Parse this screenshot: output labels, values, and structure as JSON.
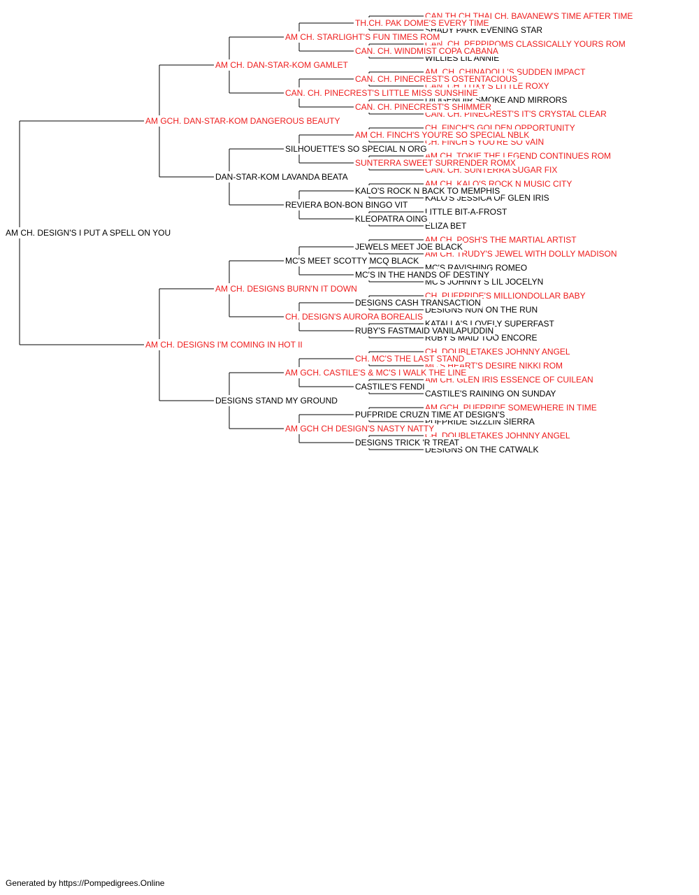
{
  "colors": {
    "titled": "#ee1c1c",
    "untitled": "#000000",
    "connector": "#000000"
  },
  "pedigree": {
    "name": "AM CH. DESIGN'S I PUT A SPELL ON YOU",
    "titled": false,
    "sire": {
      "name": "AM GCH. DAN-STAR-KOM DANGEROUS BEAUTY",
      "titled": true,
      "sire": {
        "name": "AM CH. DAN-STAR-KOM GAMLET",
        "titled": true,
        "sire": {
          "name": "AM CH. STARLIGHT'S FUN TIMES ROM",
          "titled": true,
          "sire": {
            "name": "TH.CH. PAK DOME'S EVERY TIME",
            "titled": true,
            "sire": {
              "name": "CAN.TH.CH.THAI CH. BAVANEW'S TIME AFTER TIME",
              "titled": true
            },
            "dam": {
              "name": "SHADY PARK EVENING STAR",
              "titled": false
            }
          },
          "dam": {
            "name": "CAN. CH. WINDMIST COPA CABANA",
            "titled": true,
            "sire": {
              "name": "CAN. CH. PEPPIPOMS CLASSICALLY YOURS ROM",
              "titled": true
            },
            "dam": {
              "name": "WILLIES LIL ANNIE",
              "titled": false
            }
          }
        },
        "dam": {
          "name": "CAN. CH. PINECREST'S LITTLE MISS SUNSHINE",
          "titled": true,
          "sire": {
            "name": "CAN. CH. PINECREST'S OSTENTACIOUS",
            "titled": true,
            "sire": {
              "name": "AM. CH. CHINADOLL'S SUDDEN IMPACT",
              "titled": true
            },
            "dam": {
              "name": "CAN. CH. LUXY'S LITTLE ROXY",
              "titled": true
            }
          },
          "dam": {
            "name": "CAN. CH. PINECREST'S SHIMMER",
            "titled": true,
            "sire": {
              "name": "DIOGENOIR SMOKE AND MIRRORS",
              "titled": false
            },
            "dam": {
              "name": "CAN. CH. PINECREST'S IT'S CRYSTAL CLEAR",
              "titled": true
            }
          }
        }
      },
      "dam": {
        "name": "DAN-STAR-KOM LAVANDA BEATA",
        "titled": false,
        "sire": {
          "name": "SILHOUETTE'S SO SPECIAL N ORG",
          "titled": false,
          "sire": {
            "name": "AM CH. FINCH'S YOU'RE SO SPECIAL NBLK",
            "titled": true,
            "sire": {
              "name": "CH. FINCH'S GOLDEN OPPORTUNITY",
              "titled": true
            },
            "dam": {
              "name": "CH. FINCH'S YOU'RE SO VAIN",
              "titled": true
            }
          },
          "dam": {
            "name": "SUNTERRA SWEET SURRENDER ROMX",
            "titled": true,
            "sire": {
              "name": "AM CH. TOKIE THE LEGEND CONTINUES ROM",
              "titled": true
            },
            "dam": {
              "name": "CAN. CH. SUNTERRA SUGAR FIX",
              "titled": true
            }
          }
        },
        "dam": {
          "name": "REVIERA BON-BON BINGO VIT",
          "titled": false,
          "sire": {
            "name": "KALO'S ROCK N BACK TO MEMPHIS",
            "titled": false,
            "sire": {
              "name": "AM CH. KALO'S ROCK N MUSIC CITY",
              "titled": true
            },
            "dam": {
              "name": "KALO'S JESSICA OF GLEN IRIS",
              "titled": false
            }
          },
          "dam": {
            "name": "KLEOPATRA OING",
            "titled": false,
            "sire": {
              "name": "LITTLE BIT-A-FROST",
              "titled": false
            },
            "dam": {
              "name": "ELIZA BET",
              "titled": false
            }
          }
        }
      }
    },
    "dam": {
      "name": "AM CH. DESIGNS I'M COMING IN HOT II",
      "titled": true,
      "sire": {
        "name": "AM CH. DESIGNS BURN'N IT DOWN",
        "titled": true,
        "sire": {
          "name": "MC'S MEET SCOTTY MCQ BLACK",
          "titled": false,
          "sire": {
            "name": "JEWELS MEET JOE BLACK",
            "titled": false,
            "sire": {
              "name": "AM CH. POSH'S THE MARTIAL ARTIST",
              "titled": true
            },
            "dam": {
              "name": "AM CH. TRUDY'S JEWEL WITH DOLLY MADISON",
              "titled": true
            }
          },
          "dam": {
            "name": "MC'S IN THE HANDS OF DESTINY",
            "titled": false,
            "sire": {
              "name": "MC'S RAVISHING ROMEO",
              "titled": false
            },
            "dam": {
              "name": "MC'S JOHNNY'S LIL JOCELYN",
              "titled": false
            }
          }
        },
        "dam": {
          "name": "CH. DESIGN'S AURORA BOREALIS",
          "titled": true,
          "sire": {
            "name": "DESIGNS CASH TRANSACTION",
            "titled": false,
            "sire": {
              "name": "CH. PUFPRIDE'S MILLIONDOLLAR BABY",
              "titled": true
            },
            "dam": {
              "name": "DESIGNS NUN ON THE RUN",
              "titled": false
            }
          },
          "dam": {
            "name": "RUBY'S FASTMAID VANILAPUDDIN",
            "titled": false,
            "sire": {
              "name": "KATALLA'S LOVELY SUPERFAST",
              "titled": false
            },
            "dam": {
              "name": "RUBY'S MAID TOO ENCORE",
              "titled": false
            }
          }
        }
      },
      "dam": {
        "name": "DESIGNS STAND MY GROUND",
        "titled": false,
        "sire": {
          "name": "AM GCH. CASTILE'S & MC'S I WALK THE LINE",
          "titled": true,
          "sire": {
            "name": "CH. MC'S THE LAST STAND",
            "titled": true,
            "sire": {
              "name": "CH. DOUBLETAKES JOHNNY ANGEL",
              "titled": true
            },
            "dam": {
              "name": "MC'S HEART'S DESIRE NIKKI ROM",
              "titled": true
            }
          },
          "dam": {
            "name": "CASTILE'S FENDI",
            "titled": false,
            "sire": {
              "name": "AM CH. GLEN IRIS ESSENCE OF CUILEAN",
              "titled": true
            },
            "dam": {
              "name": "CASTILE'S RAINING ON SUNDAY",
              "titled": false
            }
          }
        },
        "dam": {
          "name": "AM GCH CH DESIGN'S NASTY NATTY",
          "titled": true,
          "sire": {
            "name": "PUFPRIDE CRUZN TIME AT DESIGN'S",
            "titled": false,
            "sire": {
              "name": "AM GCH. PUFPRIDE SOMEWHERE IN TIME",
              "titled": true
            },
            "dam": {
              "name": "PUFPRIDE SIZZLIN SIERRA",
              "titled": false
            }
          },
          "dam": {
            "name": "DESIGNS TRICK 'R TREAT",
            "titled": false,
            "sire": {
              "name": "CH. DOUBLETAKES JOHNNY ANGEL",
              "titled": true
            },
            "dam": {
              "name": "DESIGNS ON THE CATWALK",
              "titled": false
            }
          }
        }
      }
    }
  },
  "footer": {
    "text": "Generated by https://Pompedigrees.Online"
  }
}
